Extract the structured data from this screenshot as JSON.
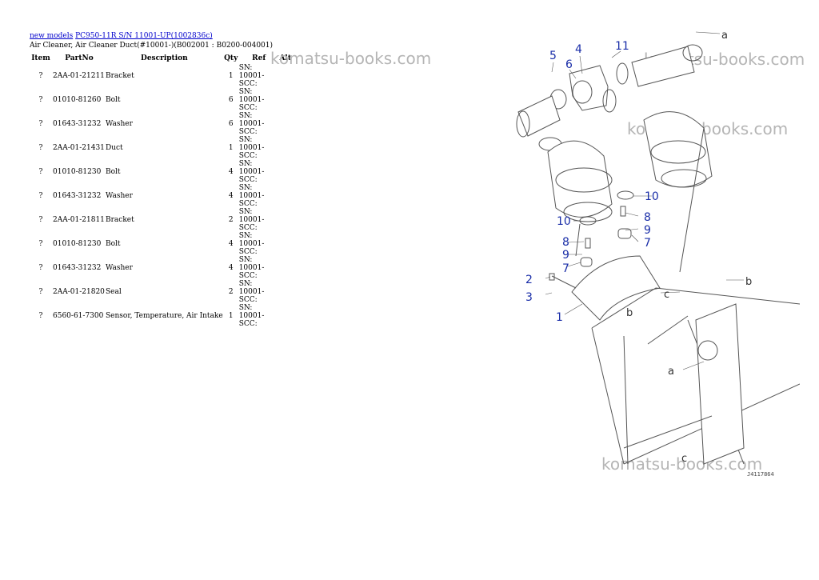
{
  "breadcrumb": {
    "link_models": "new models",
    "link_machine": "PC950-11R S/N 11001-UP(1002836c)"
  },
  "page_subtitle": "Air Cleaner, Air Cleaner Duct(#10001-)(B002001 : B0200-004001)",
  "table": {
    "headers": [
      "Item",
      "PartNo",
      "Description",
      "Qty",
      "Ref",
      "Alt"
    ],
    "rows": [
      {
        "item": "?",
        "part": "2AA-01-21211",
        "desc": "Bracket",
        "qty": "1",
        "ref": "SN: 10001-SCC:"
      },
      {
        "item": "?",
        "part": "01010-81260",
        "desc": "Bolt",
        "qty": "6",
        "ref": "SN: 10001-SCC:"
      },
      {
        "item": "?",
        "part": "01643-31232",
        "desc": "Washer",
        "qty": "6",
        "ref": "SN: 10001-SCC:"
      },
      {
        "item": "?",
        "part": "2AA-01-21431",
        "desc": "Duct",
        "qty": "1",
        "ref": "SN: 10001-SCC:"
      },
      {
        "item": "?",
        "part": "01010-81230",
        "desc": "Bolt",
        "qty": "4",
        "ref": "SN: 10001-SCC:"
      },
      {
        "item": "?",
        "part": "01643-31232",
        "desc": "Washer",
        "qty": "4",
        "ref": "SN: 10001-SCC:"
      },
      {
        "item": "?",
        "part": "2AA-01-21811",
        "desc": "Bracket",
        "qty": "2",
        "ref": "SN: 10001-SCC:"
      },
      {
        "item": "?",
        "part": "01010-81230",
        "desc": "Bolt",
        "qty": "4",
        "ref": "SN: 10001-SCC:"
      },
      {
        "item": "?",
        "part": "01643-31232",
        "desc": "Washer",
        "qty": "4",
        "ref": "SN: 10001-SCC:"
      },
      {
        "item": "?",
        "part": "2AA-01-21820",
        "desc": "Seal",
        "qty": "2",
        "ref": "SN: 10001-SCC:"
      },
      {
        "item": "?",
        "part": "6560-61-7300",
        "desc": "Sensor, Temperature, Air Intake",
        "qty": "1",
        "ref": "SN: 10001-SCC:"
      }
    ]
  },
  "watermarks": [
    "komatsu-books.com",
    "komatsu-books.com",
    "komatsu-books.com",
    "komatsu-books.com"
  ],
  "diagram": {
    "callouts": [
      "5",
      "4",
      "11",
      "6",
      "10",
      "8",
      "9",
      "7",
      "10",
      "8",
      "9",
      "7",
      "2",
      "3",
      "1",
      "c",
      "b",
      "a",
      "a",
      "b",
      "c"
    ],
    "figure_code": "J4117864"
  },
  "colors": {
    "link": "#0000cc",
    "callout": "#1a2ea8",
    "line_art": "#555555",
    "watermark": "#b5b5b5"
  }
}
